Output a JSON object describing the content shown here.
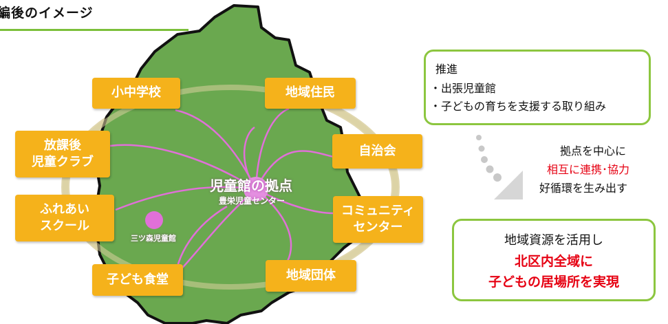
{
  "title": "編後のイメージ",
  "hub": {
    "label": "児童館の拠点",
    "sublabel": "豊栄児童センター"
  },
  "subhub": {
    "label": "三ツ森児童館"
  },
  "nodes": {
    "elementary": "小中学校",
    "residents": "地域住民",
    "afterschool": "放課後\n児童クラブ",
    "neighborhood": "自治会",
    "fureai": "ふれあい\nスクール",
    "community": "コミュニティ\nセンター",
    "kids_cafeteria": "子ども食堂",
    "groups": "地域団体"
  },
  "promote_box": {
    "heading": "推進",
    "item1": "・出張児童館",
    "item2": "・子どもの育ちを支援する取り組み"
  },
  "flow_text": {
    "line1": "拠点を中心に",
    "line2": "相互に連携･協力",
    "line3": "好循環を生み出す"
  },
  "result_box": {
    "line1": "地域資源を活用し",
    "line2": "北区内全域に",
    "line3": "子どもの居場所を実現"
  },
  "colors": {
    "map_fill": "#6aa84f",
    "node_fill": "#f5b21b",
    "connector": "#e070d8",
    "box_border": "#8cc63f",
    "emphasis_red": "#e60012"
  }
}
